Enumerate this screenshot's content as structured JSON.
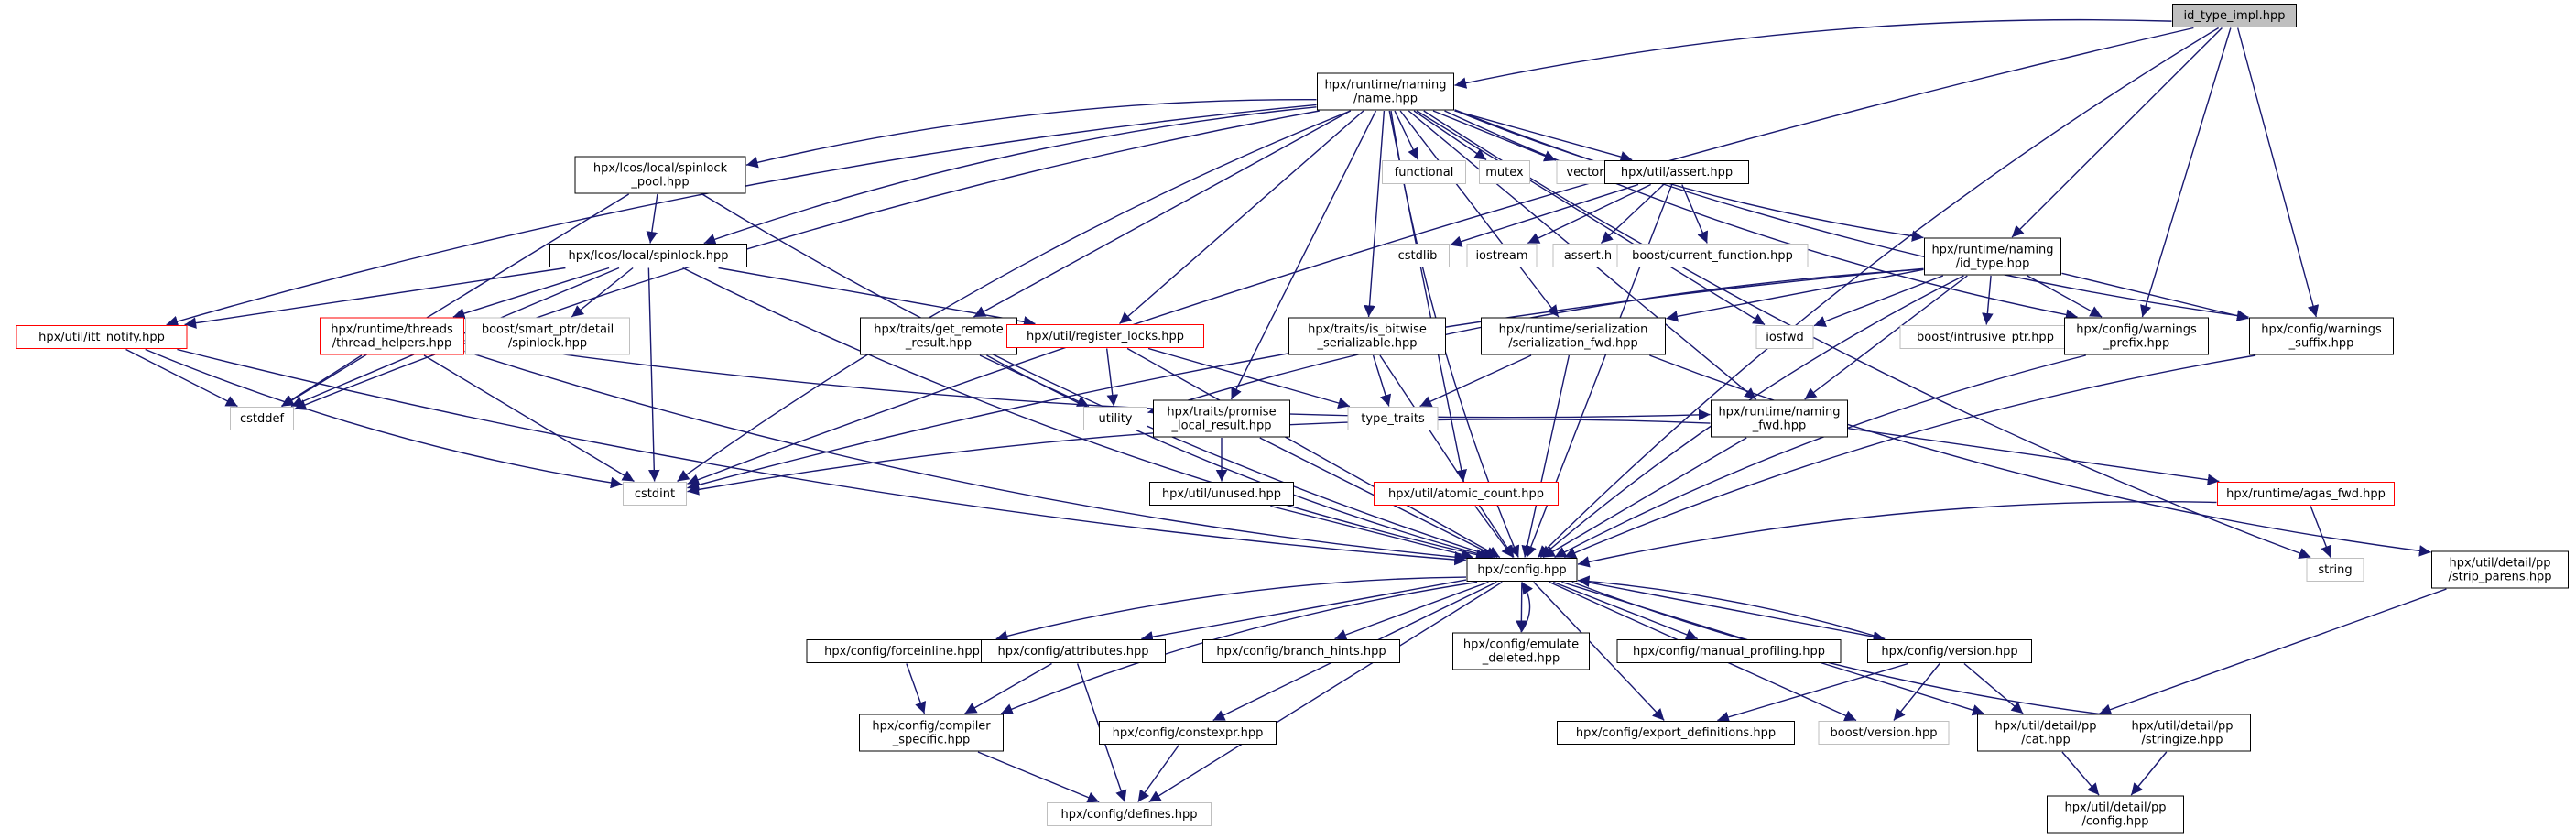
{
  "colors": {
    "edge": "#191970",
    "node_border": "#000000",
    "missing_border": "#bfbfbf",
    "red_border": "#ff0000",
    "root_fill": "#bfbfbf",
    "node_fill": "#ffffff"
  },
  "nodes": [
    {
      "id": "root",
      "lines": [
        "id_type_impl.hpp"
      ],
      "style": "root"
    },
    {
      "id": "name",
      "lines": [
        "hpx/runtime/naming",
        "/name.hpp"
      ],
      "style": "normal"
    },
    {
      "id": "spool",
      "lines": [
        "hpx/lcos/local/spinlock",
        "_pool.hpp"
      ],
      "style": "normal"
    },
    {
      "id": "functional",
      "lines": [
        "functional"
      ],
      "style": "missing"
    },
    {
      "id": "mutex",
      "lines": [
        "mutex"
      ],
      "style": "missing"
    },
    {
      "id": "vector",
      "lines": [
        "vector"
      ],
      "style": "missing"
    },
    {
      "id": "assert",
      "lines": [
        "hpx/util/assert.hpp"
      ],
      "style": "normal"
    },
    {
      "id": "cstdlib",
      "lines": [
        "cstdlib"
      ],
      "style": "missing"
    },
    {
      "id": "iostream",
      "lines": [
        "iostream"
      ],
      "style": "missing"
    },
    {
      "id": "asserth",
      "lines": [
        "assert.h"
      ],
      "style": "missing"
    },
    {
      "id": "boostcf",
      "lines": [
        "boost/current_function.hpp"
      ],
      "style": "missing"
    },
    {
      "id": "idtype",
      "lines": [
        "hpx/runtime/naming",
        "/id_type.hpp"
      ],
      "style": "normal"
    },
    {
      "id": "spinlock",
      "lines": [
        "hpx/lcos/local/spinlock.hpp"
      ],
      "style": "normal"
    },
    {
      "id": "ittnotify",
      "lines": [
        "hpx/util/itt_notify.hpp"
      ],
      "style": "red"
    },
    {
      "id": "threadhelpers",
      "lines": [
        "hpx/runtime/threads",
        "/thread_helpers.hpp"
      ],
      "style": "red"
    },
    {
      "id": "boostsp",
      "lines": [
        "boost/smart_ptr/detail",
        "/spinlock.hpp"
      ],
      "style": "missing"
    },
    {
      "id": "getremote",
      "lines": [
        "hpx/traits/get_remote",
        "_result.hpp"
      ],
      "style": "normal"
    },
    {
      "id": "reglocks",
      "lines": [
        "hpx/util/register_locks.hpp"
      ],
      "style": "red"
    },
    {
      "id": "isbitwise",
      "lines": [
        "hpx/traits/is_bitwise",
        "_serializable.hpp"
      ],
      "style": "normal"
    },
    {
      "id": "serfwd",
      "lines": [
        "hpx/runtime/serialization",
        "/serialization_fwd.hpp"
      ],
      "style": "normal"
    },
    {
      "id": "iosfwd",
      "lines": [
        "iosfwd"
      ],
      "style": "missing"
    },
    {
      "id": "intrusive",
      "lines": [
        "boost/intrusive_ptr.hpp"
      ],
      "style": "missing"
    },
    {
      "id": "wprefix",
      "lines": [
        "hpx/config/warnings",
        "_prefix.hpp"
      ],
      "style": "normal"
    },
    {
      "id": "wsuffix",
      "lines": [
        "hpx/config/warnings",
        "_suffix.hpp"
      ],
      "style": "normal"
    },
    {
      "id": "cstddef",
      "lines": [
        "cstddef"
      ],
      "style": "missing"
    },
    {
      "id": "utility",
      "lines": [
        "utility"
      ],
      "style": "missing"
    },
    {
      "id": "promise",
      "lines": [
        "hpx/traits/promise",
        "_local_result.hpp"
      ],
      "style": "normal"
    },
    {
      "id": "typetraits",
      "lines": [
        "type_traits"
      ],
      "style": "missing"
    },
    {
      "id": "namingfwd",
      "lines": [
        "hpx/runtime/naming",
        "_fwd.hpp"
      ],
      "style": "normal"
    },
    {
      "id": "cstdint",
      "lines": [
        "cstdint"
      ],
      "style": "missing"
    },
    {
      "id": "unused",
      "lines": [
        "hpx/util/unused.hpp"
      ],
      "style": "normal"
    },
    {
      "id": "atomic",
      "lines": [
        "hpx/util/atomic_count.hpp"
      ],
      "style": "red"
    },
    {
      "id": "agasfwd",
      "lines": [
        "hpx/runtime/agas_fwd.hpp"
      ],
      "style": "red"
    },
    {
      "id": "string",
      "lines": [
        "string"
      ],
      "style": "missing"
    },
    {
      "id": "stripparens",
      "lines": [
        "hpx/util/detail/pp",
        "/strip_parens.hpp"
      ],
      "style": "normal"
    },
    {
      "id": "config",
      "lines": [
        "hpx/config.hpp"
      ],
      "style": "normal"
    },
    {
      "id": "forceinline",
      "lines": [
        "hpx/config/forceinline.hpp"
      ],
      "style": "normal"
    },
    {
      "id": "attributes",
      "lines": [
        "hpx/config/attributes.hpp"
      ],
      "style": "normal"
    },
    {
      "id": "branch",
      "lines": [
        "hpx/config/branch_hints.hpp"
      ],
      "style": "normal"
    },
    {
      "id": "emulate",
      "lines": [
        "hpx/config/emulate",
        "_deleted.hpp"
      ],
      "style": "normal"
    },
    {
      "id": "manual",
      "lines": [
        "hpx/config/manual_profiling.hpp"
      ],
      "style": "normal"
    },
    {
      "id": "version",
      "lines": [
        "hpx/config/version.hpp"
      ],
      "style": "normal"
    },
    {
      "id": "compiler",
      "lines": [
        "hpx/config/compiler",
        "_specific.hpp"
      ],
      "style": "normal"
    },
    {
      "id": "constexpr",
      "lines": [
        "hpx/config/constexpr.hpp"
      ],
      "style": "normal"
    },
    {
      "id": "export",
      "lines": [
        "hpx/config/export_definitions.hpp"
      ],
      "style": "normal"
    },
    {
      "id": "boostver",
      "lines": [
        "boost/version.hpp"
      ],
      "style": "missing"
    },
    {
      "id": "cat",
      "lines": [
        "hpx/util/detail/pp",
        "/cat.hpp"
      ],
      "style": "normal"
    },
    {
      "id": "stringize",
      "lines": [
        "hpx/util/detail/pp",
        "/stringize.hpp"
      ],
      "style": "normal"
    },
    {
      "id": "defines",
      "lines": [
        "hpx/config/defines.hpp"
      ],
      "style": "missing"
    },
    {
      "id": "ppconfig",
      "lines": [
        "hpx/util/detail/pp",
        "/config.hpp"
      ],
      "style": "normal"
    }
  ],
  "edges": [
    [
      "root",
      "name"
    ],
    [
      "root",
      "idtype"
    ],
    [
      "root",
      "wprefix"
    ],
    [
      "root",
      "wsuffix"
    ],
    [
      "root",
      "config"
    ],
    [
      "root",
      "cstdint"
    ],
    [
      "name",
      "spool"
    ],
    [
      "name",
      "functional"
    ],
    [
      "name",
      "mutex"
    ],
    [
      "name",
      "vector"
    ],
    [
      "name",
      "assert"
    ],
    [
      "name",
      "idtype"
    ],
    [
      "name",
      "spinlock"
    ],
    [
      "name",
      "ittnotify"
    ],
    [
      "name",
      "getremote"
    ],
    [
      "name",
      "reglocks"
    ],
    [
      "name",
      "isbitwise"
    ],
    [
      "name",
      "serfwd"
    ],
    [
      "name",
      "iosfwd"
    ],
    [
      "name",
      "wprefix"
    ],
    [
      "name",
      "wsuffix"
    ],
    [
      "name",
      "cstddef"
    ],
    [
      "name",
      "promise"
    ],
    [
      "name",
      "namingfwd"
    ],
    [
      "name",
      "cstdint"
    ],
    [
      "name",
      "atomic"
    ],
    [
      "name",
      "string"
    ],
    [
      "name",
      "config"
    ],
    [
      "spool",
      "spinlock"
    ],
    [
      "spool",
      "cstddef"
    ],
    [
      "spool",
      "config"
    ],
    [
      "assert",
      "cstdlib"
    ],
    [
      "assert",
      "iostream"
    ],
    [
      "assert",
      "asserth"
    ],
    [
      "assert",
      "boostcf"
    ],
    [
      "assert",
      "config"
    ],
    [
      "idtype",
      "iosfwd"
    ],
    [
      "idtype",
      "intrusive"
    ],
    [
      "idtype",
      "wprefix"
    ],
    [
      "idtype",
      "wsuffix"
    ],
    [
      "idtype",
      "serfwd"
    ],
    [
      "idtype",
      "namingfwd"
    ],
    [
      "idtype",
      "utility"
    ],
    [
      "idtype",
      "cstdint"
    ],
    [
      "idtype",
      "config"
    ],
    [
      "spinlock",
      "ittnotify"
    ],
    [
      "spinlock",
      "threadhelpers"
    ],
    [
      "spinlock",
      "boostsp"
    ],
    [
      "spinlock",
      "reglocks"
    ],
    [
      "spinlock",
      "cstddef"
    ],
    [
      "spinlock",
      "cstdint"
    ],
    [
      "spinlock",
      "config"
    ],
    [
      "ittnotify",
      "cstddef"
    ],
    [
      "ittnotify",
      "cstdint"
    ],
    [
      "ittnotify",
      "config"
    ],
    [
      "threadhelpers",
      "cstddef"
    ],
    [
      "threadhelpers",
      "cstdint"
    ],
    [
      "threadhelpers",
      "namingfwd"
    ],
    [
      "threadhelpers",
      "config"
    ],
    [
      "getremote",
      "utility"
    ],
    [
      "getremote",
      "config"
    ],
    [
      "reglocks",
      "utility"
    ],
    [
      "reglocks",
      "typetraits"
    ],
    [
      "reglocks",
      "config"
    ],
    [
      "isbitwise",
      "typetraits"
    ],
    [
      "isbitwise",
      "config"
    ],
    [
      "serfwd",
      "typetraits"
    ],
    [
      "serfwd",
      "stripparens"
    ],
    [
      "serfwd",
      "config"
    ],
    [
      "wprefix",
      "config"
    ],
    [
      "wsuffix",
      "config"
    ],
    [
      "promise",
      "unused"
    ],
    [
      "promise",
      "config"
    ],
    [
      "namingfwd",
      "cstdint"
    ],
    [
      "namingfwd",
      "agasfwd"
    ],
    [
      "namingfwd",
      "config"
    ],
    [
      "unused",
      "config"
    ],
    [
      "atomic",
      "config"
    ],
    [
      "agasfwd",
      "string"
    ],
    [
      "agasfwd",
      "config"
    ],
    [
      "stripparens",
      "cat"
    ],
    [
      "config",
      "forceinline"
    ],
    [
      "config",
      "attributes"
    ],
    [
      "config",
      "branch"
    ],
    [
      "config",
      "emulate"
    ],
    [
      "config",
      "manual"
    ],
    [
      "config",
      "version"
    ],
    [
      "config",
      "compiler"
    ],
    [
      "config",
      "constexpr"
    ],
    [
      "config",
      "export"
    ],
    [
      "config",
      "boostver"
    ],
    [
      "config",
      "cat"
    ],
    [
      "config",
      "stringize"
    ],
    [
      "config",
      "defines"
    ],
    [
      "forceinline",
      "compiler"
    ],
    [
      "attributes",
      "compiler"
    ],
    [
      "attributes",
      "defines"
    ],
    [
      "emulate",
      "config"
    ],
    [
      "version",
      "config"
    ],
    [
      "version",
      "export"
    ],
    [
      "version",
      "boostver"
    ],
    [
      "version",
      "cat"
    ],
    [
      "compiler",
      "defines"
    ],
    [
      "constexpr",
      "defines"
    ],
    [
      "cat",
      "ppconfig"
    ],
    [
      "stringize",
      "ppconfig"
    ]
  ]
}
